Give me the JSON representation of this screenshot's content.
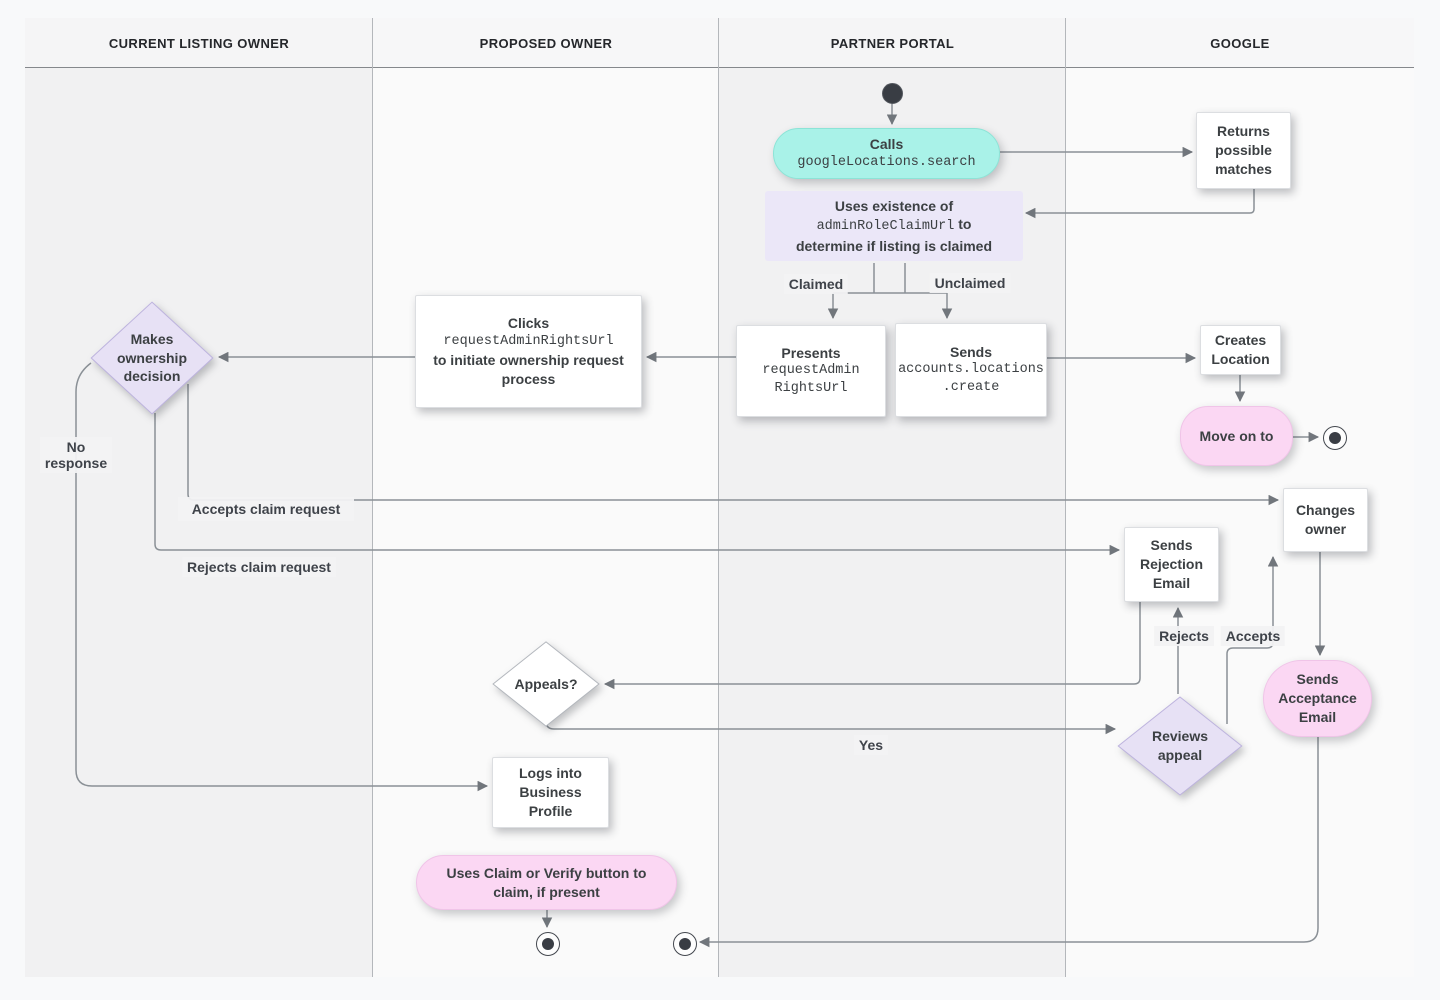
{
  "lanes": [
    {
      "label": "CURRENT LISTING OWNER"
    },
    {
      "label": "PROPOSED OWNER"
    },
    {
      "label": "PARTNER PORTAL"
    },
    {
      "label": "GOOGLE"
    }
  ],
  "nodes": {
    "calls": {
      "title": "Calls",
      "code": "googleLocations.search"
    },
    "returns": {
      "text": "Returns possible matches"
    },
    "uses": {
      "line1": "Uses existence of",
      "code": "adminRoleClaimUrl",
      "after_code": " to",
      "line3": "determine if listing is claimed"
    },
    "presents": {
      "title": "Presents",
      "code1": "requestAdmin",
      "code2": "RightsUrl"
    },
    "sends_create": {
      "title": "Sends",
      "code1": "accounts.locations",
      "code2": ".create"
    },
    "clicks": {
      "title": "Clicks",
      "code": "requestAdminRightsUrl",
      "rest": "to initiate ownership request process"
    },
    "decision": {
      "text": "Makes ownership decision"
    },
    "creates": {
      "text": "Creates Location"
    },
    "move_on": {
      "text": "Move on to"
    },
    "changes": {
      "text": "Changes owner"
    },
    "rejection": {
      "text": "Sends Rejection Email"
    },
    "appeals": {
      "text": "Appeals?"
    },
    "reviews": {
      "text": "Reviews appeal"
    },
    "acceptance": {
      "text": "Sends Acceptance Email"
    },
    "logs": {
      "text": "Logs into Business Profile"
    },
    "claim": {
      "text": "Uses Claim or Verify button to claim, if present"
    }
  },
  "edge_labels": {
    "claimed": "Claimed",
    "unclaimed": "Unclaimed",
    "accepts_claim": "Accepts claim request",
    "rejects_claim": "Rejects claim request",
    "no_response": "No response",
    "yes": "Yes",
    "rejects": "Rejects",
    "accepts": "Accepts"
  },
  "colors": {
    "cyan": "#a9f2e8",
    "lavender": "#ebe7f8",
    "diamond_lavender": "#e7e1f5",
    "pink": "#fbd7f3",
    "node_text": "#3c4043",
    "edge": "#8a9096",
    "arrow": "#71767c",
    "lane_gray": "#f1f1f2",
    "lane_white": "#fafafa"
  }
}
